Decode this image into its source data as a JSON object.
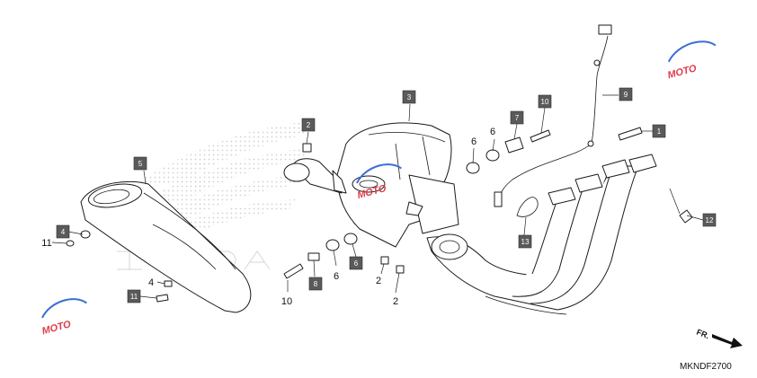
{
  "diagram": {
    "reference_code": "MKNDF2700",
    "direction_label": "FR.",
    "watermark_text": "MOTO",
    "colors": {
      "callout_fill": "#5a5a5a",
      "line": "#1a1a1a",
      "watermark_red": "#e03a4a",
      "watermark_blue": "#3a6fd8",
      "brand_dots": "#d8d8d8"
    },
    "callouts": [
      {
        "id": "c1",
        "label": "1"
      },
      {
        "id": "c2",
        "label": "2"
      },
      {
        "id": "c3",
        "label": "3"
      },
      {
        "id": "c4",
        "label": "4"
      },
      {
        "id": "c5",
        "label": "5"
      },
      {
        "id": "c6",
        "label": "6"
      },
      {
        "id": "c7",
        "label": "7"
      },
      {
        "id": "c8",
        "label": "8"
      },
      {
        "id": "c9",
        "label": "9"
      },
      {
        "id": "c10",
        "label": "10"
      },
      {
        "id": "c11",
        "label": "11"
      },
      {
        "id": "c12",
        "label": "12"
      },
      {
        "id": "c13",
        "label": "13"
      }
    ],
    "plain_numbers": [
      {
        "id": "n6a",
        "label": "6"
      },
      {
        "id": "n6b",
        "label": "6"
      },
      {
        "id": "n11",
        "label": "11"
      },
      {
        "id": "n4",
        "label": "4"
      },
      {
        "id": "n10",
        "label": "10"
      },
      {
        "id": "n2a",
        "label": "2"
      },
      {
        "id": "n2b",
        "label": "2"
      }
    ]
  }
}
